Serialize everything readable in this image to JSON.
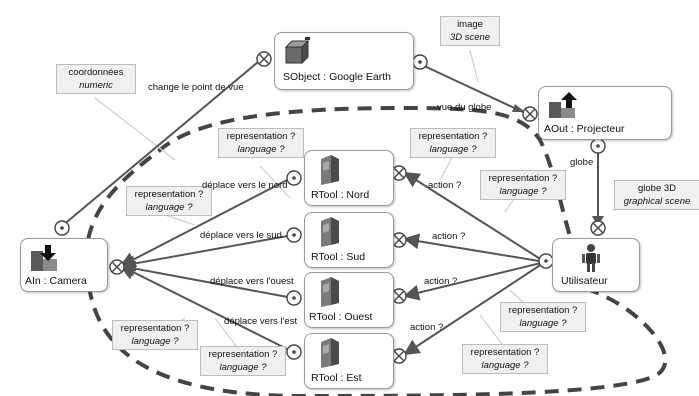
{
  "nodes": {
    "sobject": "SObject : Google Earth",
    "aout": "AOut : Projecteur",
    "ain": "AIn : Camera",
    "rtool_nord": "RTool : Nord",
    "rtool_sud": "RTool : Sud",
    "rtool_ouest": "RTool : Ouest",
    "rtool_est": "RTool : Est",
    "utilisateur": "Utilisateur"
  },
  "notes": {
    "coordonnees": {
      "title": "coordonnées",
      "sub": "numeric"
    },
    "image": {
      "title": "image",
      "sub": "3D scene"
    },
    "globe3d": {
      "title": "globe 3D",
      "sub": "graphical scene"
    },
    "rep_nord_left": {
      "title": "representation ?",
      "sub": "language ?"
    },
    "rep_left_top": {
      "title": "representation ?",
      "sub": "language ?"
    },
    "rep_left_bottom": {
      "title": "representation ?",
      "sub": "language ?"
    },
    "rep_est_left": {
      "title": "representation ?",
      "sub": "language ?"
    },
    "rep_nord_right": {
      "title": "representation ?",
      "sub": "language ?"
    },
    "rep_right_top": {
      "title": "representation ?",
      "sub": "language ?"
    },
    "rep_right_mid": {
      "title": "representation ?",
      "sub": "language ?"
    },
    "rep_right_bottom": {
      "title": "representation ?",
      "sub": "language ?"
    }
  },
  "edges": {
    "change_pov": "change le point de vue",
    "vue_globe": "vue du globe",
    "globe": "globe",
    "deplace_nord": "déplace vers le nord",
    "deplace_sud": "déplace vers le sud",
    "deplace_ouest": "déplace vers l'ouest",
    "deplace_est": "déplace vers l'est",
    "action_nord": "action ?",
    "action_sud": "action ?",
    "action_ouest": "action ?",
    "action_est": "action ?"
  },
  "colors": {
    "line": "#555555",
    "dashed": "#444444",
    "note_fill": "#f0f0f0"
  },
  "icons": {
    "sobject": "cube-icon",
    "aout": "output-arrow-icon",
    "ain": "input-arrow-icon",
    "rtool": "tool-blocks-icon",
    "user": "user-figure-icon"
  }
}
